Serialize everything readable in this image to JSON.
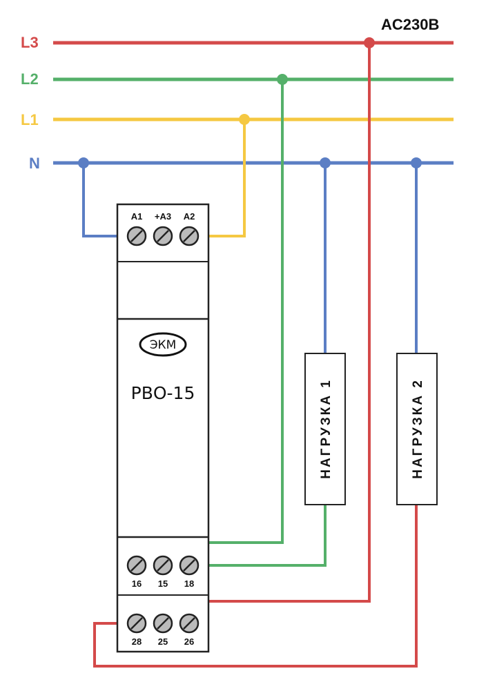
{
  "title": "AC230B",
  "colors": {
    "L3": "#d44a4a",
    "L2": "#55b06a",
    "L1": "#f5c842",
    "N": "#5b7ec4",
    "device_stroke": "#222222",
    "screw_fill": "#bbbbbb"
  },
  "buses": [
    {
      "id": "L3",
      "label": "L3"
    },
    {
      "id": "L2",
      "label": "L2"
    },
    {
      "id": "L1",
      "label": "L1"
    },
    {
      "id": "N",
      "label": "N"
    }
  ],
  "device": {
    "brand": "ЭКМ",
    "model": "РВО-15",
    "top_terminals": [
      "A1",
      "+A3",
      "A2"
    ],
    "middle_terminals": [
      "16",
      "15",
      "18"
    ],
    "bottom_terminals": [
      "28",
      "25",
      "26"
    ]
  },
  "loads": [
    {
      "id": "load1",
      "label": "НАГРУЗКА 1"
    },
    {
      "id": "load2",
      "label": "НАГРУЗКА 2"
    }
  ]
}
